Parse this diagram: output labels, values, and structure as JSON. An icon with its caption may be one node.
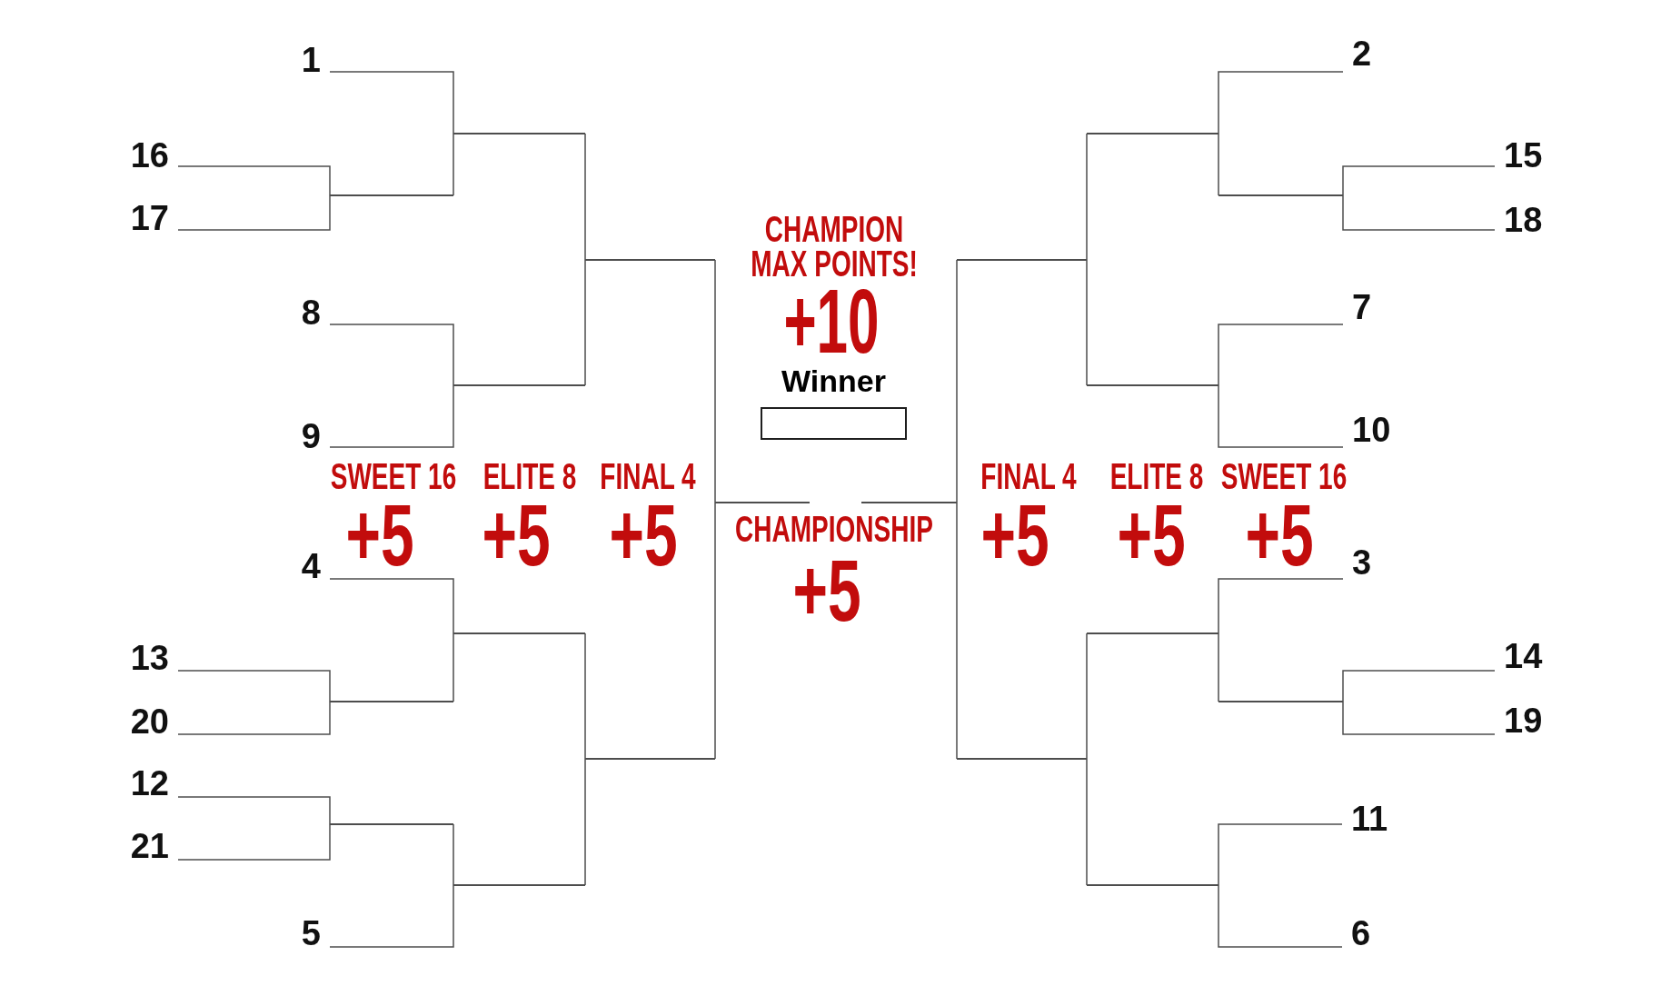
{
  "diagram": {
    "nodes": [
      {
        "text": [
          "1"
        ]
      },
      {
        "text": [
          "16"
        ]
      },
      {
        "text": [
          "17"
        ]
      },
      {
        "text": [
          "8"
        ]
      },
      {
        "text": [
          "9"
        ]
      },
      {
        "text": [
          "4"
        ]
      },
      {
        "text": [
          "13"
        ]
      },
      {
        "text": [
          "20"
        ]
      },
      {
        "text": [
          "12"
        ]
      },
      {
        "text": [
          "21"
        ]
      },
      {
        "text": [
          "5"
        ]
      },
      {
        "text": [],
        "shape": "bar"
      },
      {
        "text": [],
        "shape": "bar"
      },
      {
        "text": [],
        "shape": "bar"
      },
      {
        "text": [],
        "shape": "bar"
      },
      {
        "text": [],
        "shape": "bar"
      },
      {
        "text": [],
        "shape": "bar"
      },
      {
        "text": [],
        "shape": "bar"
      },
      {
        "text": [],
        "shape": "bar"
      },
      {
        "text": [],
        "shape": "bar"
      },
      {
        "text": [],
        "shape": "bar"
      },
      {
        "text": [
          "Winner"
        ]
      },
      {
        "text": [],
        "shape": "bar"
      },
      {
        "text": [],
        "shape": "bar"
      },
      {
        "text": [],
        "shape": "bar"
      },
      {
        "text": [],
        "shape": "bar"
      },
      {
        "text": [],
        "shape": "bar"
      },
      {
        "text": [],
        "shape": "bar"
      },
      {
        "text": [],
        "shape": "bar"
      },
      {
        "text": [],
        "shape": "bar"
      },
      {
        "text": [],
        "shape": "bar"
      },
      {
        "text": [
          "2"
        ]
      },
      {
        "text": [
          "15"
        ]
      },
      {
        "text": [
          "18"
        ]
      },
      {
        "text": [
          "7"
        ]
      },
      {
        "text": [
          "10"
        ]
      },
      {
        "text": [
          "3"
        ]
      },
      {
        "text": [
          "14"
        ]
      },
      {
        "text": [
          "19"
        ]
      },
      {
        "text": [
          "11"
        ]
      },
      {
        "text": [
          "6"
        ]
      }
    ],
    "edges": [
      {
        "from": 0,
        "to": 14,
        "arrow": "none"
      },
      {
        "from": 1,
        "to": 11,
        "arrow": "none"
      },
      {
        "from": 2,
        "to": 11,
        "arrow": "none"
      },
      {
        "from": 11,
        "to": 14,
        "arrow": "none"
      },
      {
        "from": 3,
        "to": 15,
        "arrow": "none"
      },
      {
        "from": 4,
        "to": 15,
        "arrow": "none"
      },
      {
        "from": 5,
        "to": 16,
        "arrow": "none"
      },
      {
        "from": 6,
        "to": 12,
        "arrow": "none"
      },
      {
        "from": 7,
        "to": 12,
        "arrow": "none"
      },
      {
        "from": 12,
        "to": 16,
        "arrow": "none"
      },
      {
        "from": 8,
        "to": 13,
        "arrow": "none"
      },
      {
        "from": 9,
        "to": 13,
        "arrow": "none"
      },
      {
        "from": 13,
        "to": 17,
        "arrow": "none"
      },
      {
        "from": 10,
        "to": 17,
        "arrow": "none"
      },
      {
        "from": 14,
        "to": 18,
        "arrow": "none"
      },
      {
        "from": 15,
        "to": 18,
        "arrow": "none"
      },
      {
        "from": 16,
        "to": 19,
        "arrow": "none"
      },
      {
        "from": 17,
        "to": 19,
        "arrow": "none"
      },
      {
        "from": 18,
        "to": 20,
        "arrow": "none"
      },
      {
        "from": 19,
        "to": 20,
        "arrow": "none"
      },
      {
        "from": 31,
        "to": 25,
        "arrow": "none"
      },
      {
        "from": 32,
        "to": 29,
        "arrow": "none"
      },
      {
        "from": 33,
        "to": 29,
        "arrow": "none"
      },
      {
        "from": 29,
        "to": 25,
        "arrow": "none"
      },
      {
        "from": 34,
        "to": 26,
        "arrow": "none"
      },
      {
        "from": 35,
        "to": 26,
        "arrow": "none"
      },
      {
        "from": 36,
        "to": 27,
        "arrow": "none"
      },
      {
        "from": 37,
        "to": 30,
        "arrow": "none"
      },
      {
        "from": 38,
        "to": 30,
        "arrow": "none"
      },
      {
        "from": 30,
        "to": 27,
        "arrow": "none"
      },
      {
        "from": 39,
        "to": 28,
        "arrow": "none"
      },
      {
        "from": 40,
        "to": 28,
        "arrow": "none"
      },
      {
        "from": 25,
        "to": 23,
        "arrow": "none"
      },
      {
        "from": 26,
        "to": 23,
        "arrow": "none"
      },
      {
        "from": 27,
        "to": 24,
        "arrow": "none"
      },
      {
        "from": 28,
        "to": 24,
        "arrow": "none"
      },
      {
        "from": 23,
        "to": 22,
        "arrow": "none"
      },
      {
        "from": 24,
        "to": 22,
        "arrow": "none"
      }
    ],
    "labels": [
      "CHAMPION MAX POINTS!",
      "+10",
      "SWEET 16",
      "ELITE 8",
      "FINAL 4",
      "FINAL 4",
      "ELITE 8",
      "SWEET 16",
      "+5",
      "+5",
      "+5",
      "CHAMPIONSHIP",
      "+5",
      "+5",
      "+5",
      "+5"
    ]
  }
}
